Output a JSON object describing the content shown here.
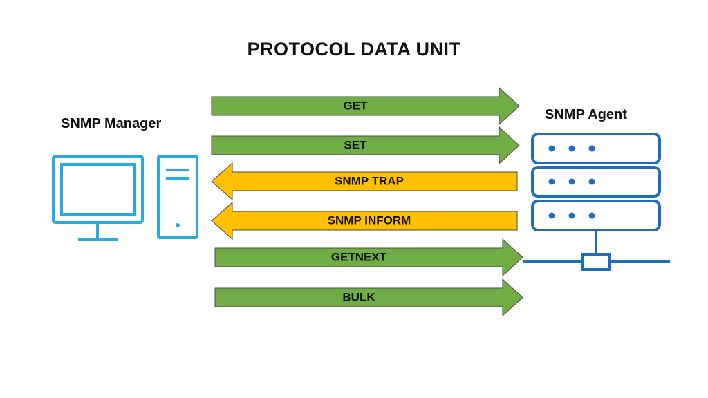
{
  "title": "PROTOCOL DATA UNIT",
  "manager": {
    "label": "SNMP Manager",
    "icon": "desktop-computer-icon"
  },
  "agent": {
    "label": "SNMP Agent",
    "icon": "server-icon"
  },
  "colors": {
    "request": "#70AD47",
    "response": "#FFC000",
    "icon": "#29A9E1",
    "server": "#1C6FB8",
    "arrow_border": "#4a4a4a"
  },
  "messages": [
    {
      "label": "GET",
      "direction": "to-agent"
    },
    {
      "label": "SET",
      "direction": "to-agent"
    },
    {
      "label": "SNMP TRAP",
      "direction": "to-manager"
    },
    {
      "label": "SNMP INFORM",
      "direction": "to-manager"
    },
    {
      "label": "GETNEXT",
      "direction": "to-agent"
    },
    {
      "label": "BULK",
      "direction": "to-agent"
    }
  ]
}
